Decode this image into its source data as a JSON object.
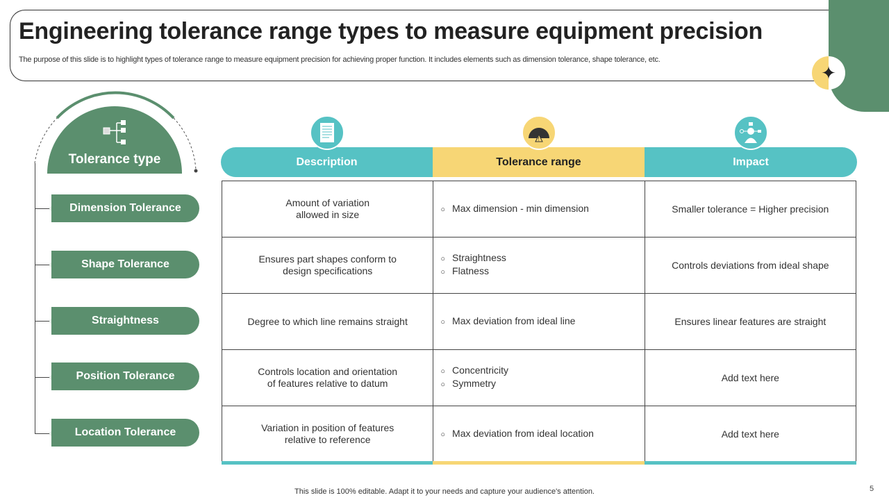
{
  "title": "Engineering tolerance range types to measure equipment precision",
  "subtitle": "The purpose of this slide is to highlight types of tolerance range to measure equipment precision for achieving proper function. It includes elements such as dimension tolerance, shape tolerance, etc.",
  "colors": {
    "green": "#5b8f6e",
    "teal": "#56c2c4",
    "yellow": "#f7d675"
  },
  "left": {
    "heading": "Tolerance type",
    "icon": "hierarchy-icon",
    "items": [
      "Dimension Tolerance",
      "Shape Tolerance",
      "Straightness",
      "Position Tolerance",
      "Location Tolerance"
    ]
  },
  "columns": [
    {
      "label": "Description",
      "icon": "document-icon"
    },
    {
      "label": "Tolerance range",
      "icon": "gauge-warning-icon"
    },
    {
      "label": "Impact",
      "icon": "person-network-icon"
    }
  ],
  "rows": [
    {
      "description": [
        "Amount of variation",
        "allowed in size"
      ],
      "range": [
        "Max dimension - min dimension"
      ],
      "impact": "Smaller tolerance = Higher precision"
    },
    {
      "description": [
        "Ensures part shapes conform to",
        "design specifications"
      ],
      "range": [
        "Straightness",
        "Flatness"
      ],
      "impact": "Controls deviations from ideal shape"
    },
    {
      "description": [
        "Degree to which line remains straight"
      ],
      "range": [
        "Max deviation from ideal line"
      ],
      "impact": "Ensures linear features are straight"
    },
    {
      "description": [
        "Controls location and orientation",
        "of features relative to datum"
      ],
      "range": [
        "Concentricity",
        "Symmetry"
      ],
      "impact": "Add text here"
    },
    {
      "description": [
        "Variation in position of features",
        "relative to reference"
      ],
      "range": [
        "Max deviation from ideal location"
      ],
      "impact": "Add text here"
    }
  ],
  "footer": "This slide is 100% editable. Adapt it to your needs and capture your audience's attention.",
  "page_number": "5"
}
